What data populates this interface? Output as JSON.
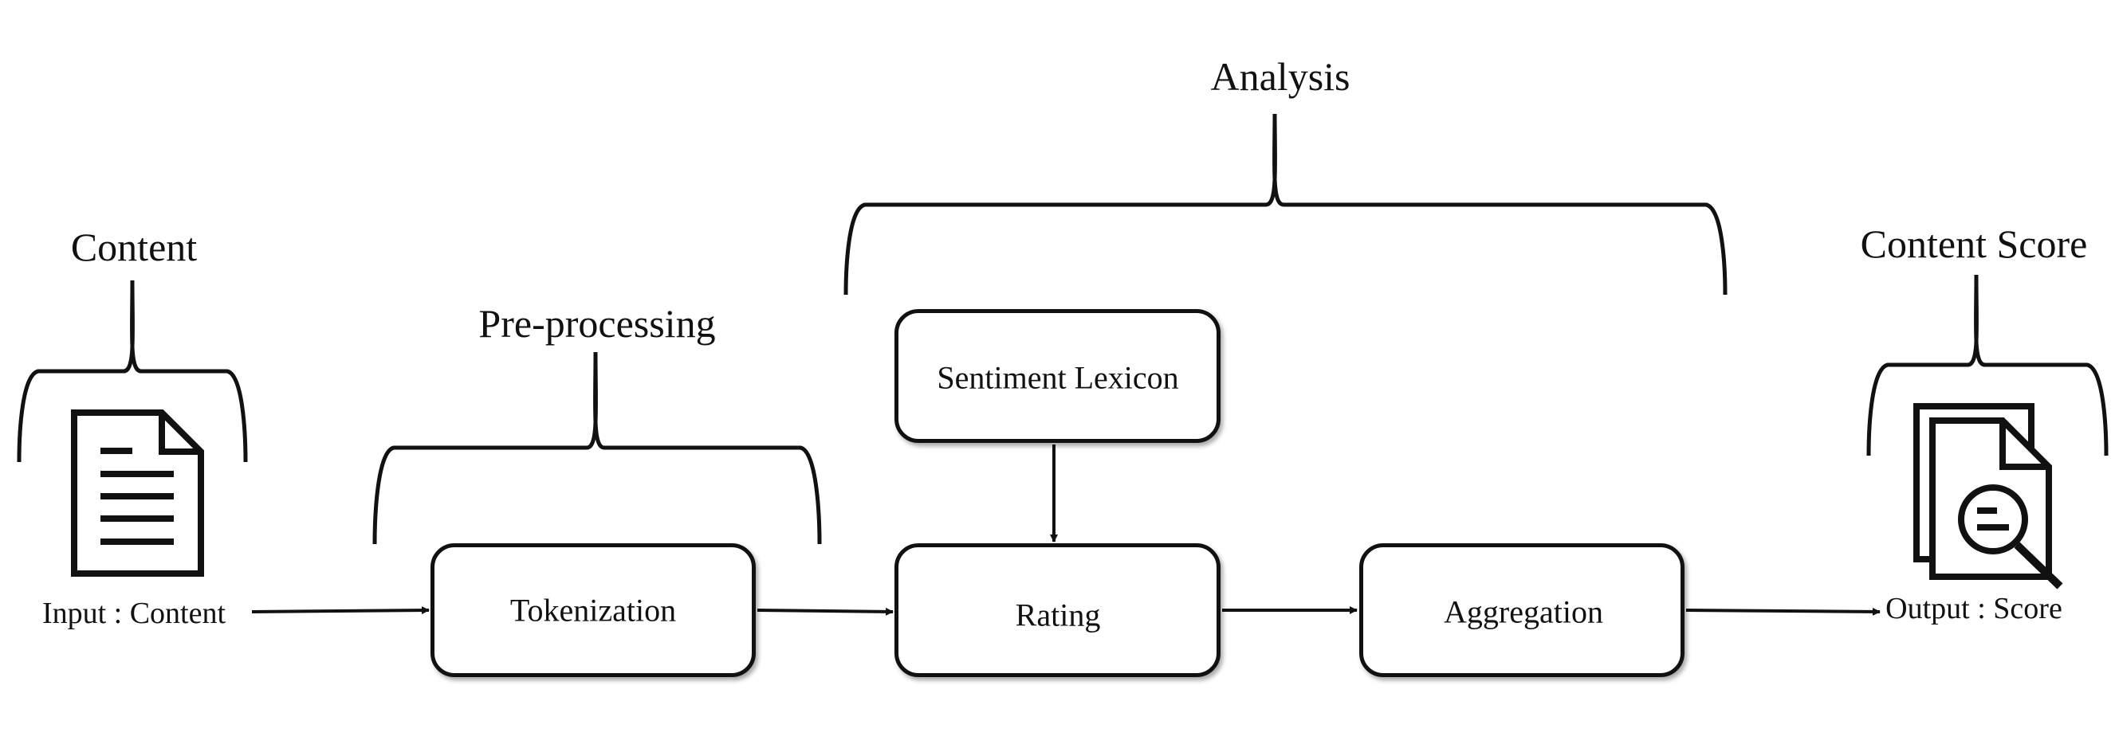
{
  "groups": {
    "content": "Content",
    "preprocessing": "Pre-processing",
    "analysis": "Analysis",
    "content_score": "Content Score"
  },
  "steps": {
    "tokenization": "Tokenization",
    "sentiment_lexicon": "Sentiment Lexicon",
    "rating": "Rating",
    "aggregation": "Aggregation"
  },
  "io": {
    "input": "Input : Content",
    "output": "Output : Score"
  },
  "icons": {
    "input": "document-icon",
    "output": "document-search-icon"
  }
}
